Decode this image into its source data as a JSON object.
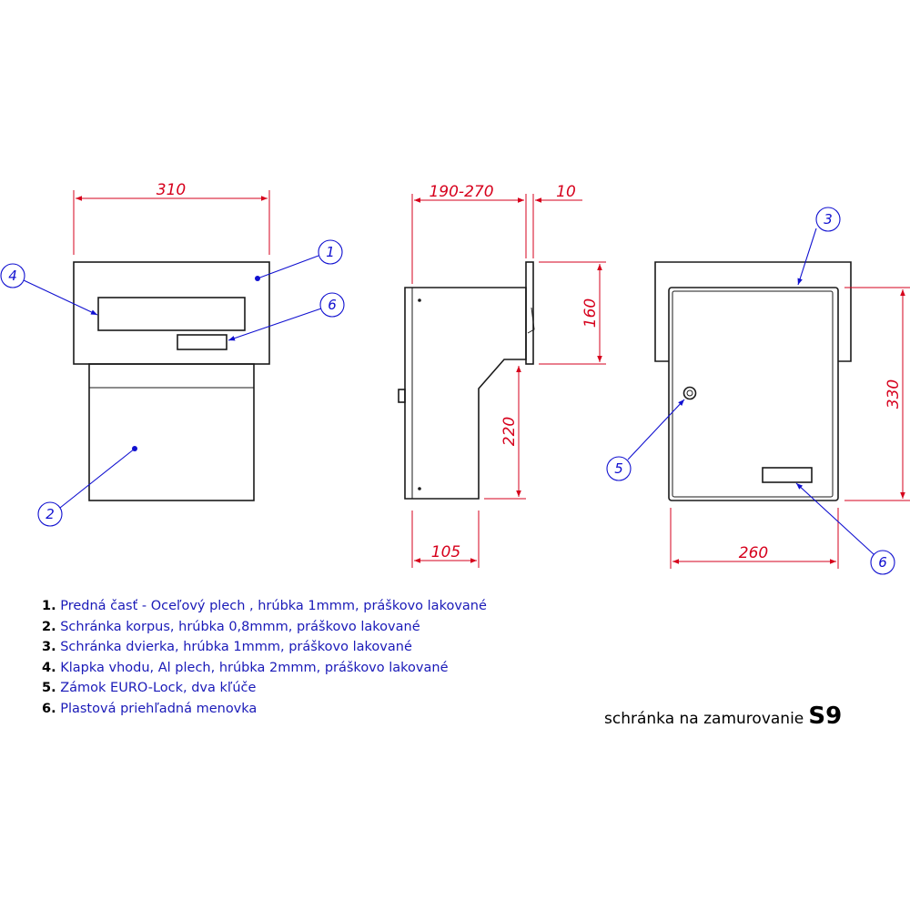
{
  "dimensions": {
    "front_width": "310",
    "side_depth": "190-270",
    "side_flange": "10",
    "side_front_height": "160",
    "side_body_height": "220",
    "side_bottom_depth": "105",
    "back_height": "330",
    "back_width": "260"
  },
  "callouts": [
    "1",
    "2",
    "3",
    "4",
    "5",
    "6"
  ],
  "legend": [
    {
      "num": "1.",
      "text": "Predná časť - Oceľový plech , hrúbka 1mmm, práškovo lakované"
    },
    {
      "num": "2.",
      "text": "Schránka korpus, hrúbka 0,8mmm, práškovo lakované"
    },
    {
      "num": "3.",
      "text": "Schránka dvierka, hrúbka 1mmm, práškovo lakované"
    },
    {
      "num": "4.",
      "text": "Klapka vhodu, Al plech, hrúbka 2mmm, práškovo lakované"
    },
    {
      "num": "5.",
      "text": "Zámok EURO-Lock, dva kľúče"
    },
    {
      "num": "6.",
      "text": "Plastová priehľadná menovka"
    }
  ],
  "footer": {
    "caption": "schránka na zamurovanie",
    "code": "S9"
  },
  "colors": {
    "dimension": "#d6001c",
    "callout": "#1010d0",
    "outline": "#1a1a1a",
    "legend_text": "#1a1ab8"
  }
}
